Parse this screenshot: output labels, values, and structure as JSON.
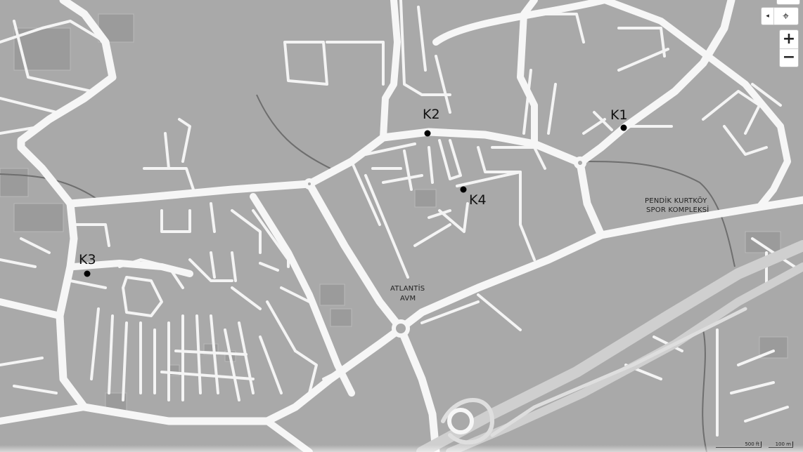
{
  "map": {
    "markers": [
      {
        "id": "k1",
        "label": "K1"
      },
      {
        "id": "k2",
        "label": "K2"
      },
      {
        "id": "k3",
        "label": "K3"
      },
      {
        "id": "k4",
        "label": "K4"
      }
    ],
    "places": {
      "pendik_line1": "PENDİK KURTKÖY",
      "pendik_line2": "SPOR KOMPLEKSİ",
      "atlantis_line1": "ATLANTİS",
      "atlantis_line2": "AVM"
    }
  },
  "controls": {
    "collapse_icon": "◂",
    "locate_icon": "⌖",
    "zoom_in": "+",
    "zoom_out": "−"
  },
  "scale": {
    "feet": "500 ft",
    "meters": "100 m"
  },
  "colors": {
    "background": "#a9a9a9",
    "road": "#f4f4f4",
    "block": "#9a9a9a",
    "water": "#6e6e6e",
    "marker": "#000000"
  }
}
